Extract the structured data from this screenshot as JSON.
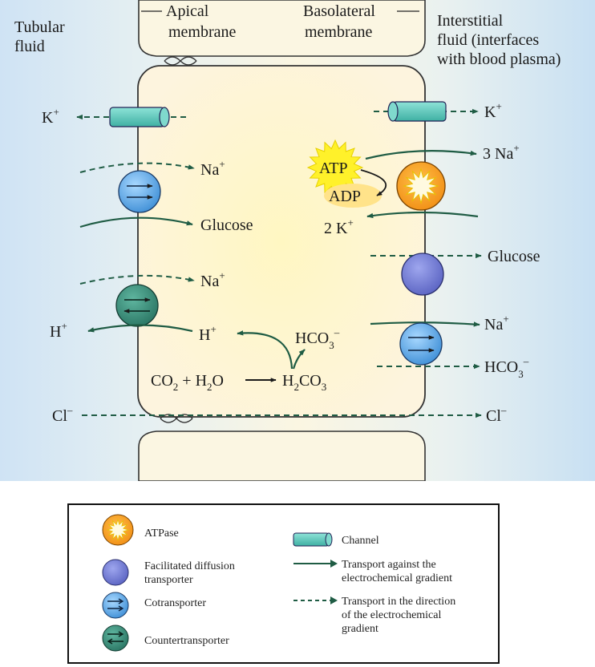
{
  "labels": {
    "tubular_fluid": [
      "Tubular",
      "fluid"
    ],
    "apical_membrane": [
      "Apical",
      "membrane"
    ],
    "basolateral_membrane": [
      "Basolateral",
      "membrane"
    ],
    "interstitial_fluid": [
      "Interstitial",
      "fluid (interfaces",
      "with blood plasma)"
    ]
  },
  "apical": {
    "k_channel": {
      "ion": "K",
      "sup": "+"
    },
    "cotransporter": {
      "na": {
        "ion": "Na",
        "sup": "+"
      },
      "glucose": "Glucose"
    },
    "countertransporter": {
      "na": {
        "ion": "Na",
        "sup": "+"
      },
      "h": {
        "ion": "H",
        "sup": "+"
      }
    },
    "cl": {
      "ion": "Cl",
      "sup": "–"
    }
  },
  "cell": {
    "h_ion": {
      "ion": "H",
      "sup": "+"
    },
    "hco3": {
      "base": "HCO",
      "sub": "3",
      "sup": "–"
    },
    "reaction": {
      "co2": "CO",
      "co2_sub": "2",
      "plus": "+",
      "h2o_h": "H",
      "h2o_sub": "2",
      "h2o_o": "O",
      "h2co3_h": "H",
      "h2co3_sub1": "2",
      "h2co3_co": "CO",
      "h2co3_sub2": "3"
    }
  },
  "basolateral": {
    "k_channel": {
      "ion": "K",
      "sup": "+"
    },
    "atpase": {
      "atp": "ATP",
      "adp": "ADP",
      "na": {
        "count": "3",
        "ion": "Na",
        "sup": "+"
      },
      "k": {
        "count": "2",
        "ion": "K",
        "sup": "+"
      }
    },
    "glucose": "Glucose",
    "cotransporter": {
      "na": {
        "ion": "Na",
        "sup": "+"
      },
      "hco3": {
        "base": "HCO",
        "sub": "3",
        "sup": "–"
      }
    },
    "cl": {
      "ion": "Cl",
      "sup": "–"
    }
  },
  "legend": {
    "atpase": "ATPase",
    "facilitated": [
      "Facilitated diffusion",
      "transporter"
    ],
    "cotransporter": "Cotransporter",
    "countertransporter": "Countertransporter",
    "channel": "Channel",
    "against": [
      "Transport against the",
      "electrochemical gradient"
    ],
    "direction": [
      "Transport in the direction",
      "of the electrochemical",
      "gradient"
    ]
  },
  "colors": {
    "arrow": "#1f5c44",
    "cotransporter": "#4aa3e0",
    "facilitated": "#6f78d2",
    "countertransporter": "#2f8a72",
    "channel": "#62ccc0",
    "atpase": "#f5a01f",
    "atp_burst": "#ffee20",
    "adp_blob": "#ffe38a"
  }
}
